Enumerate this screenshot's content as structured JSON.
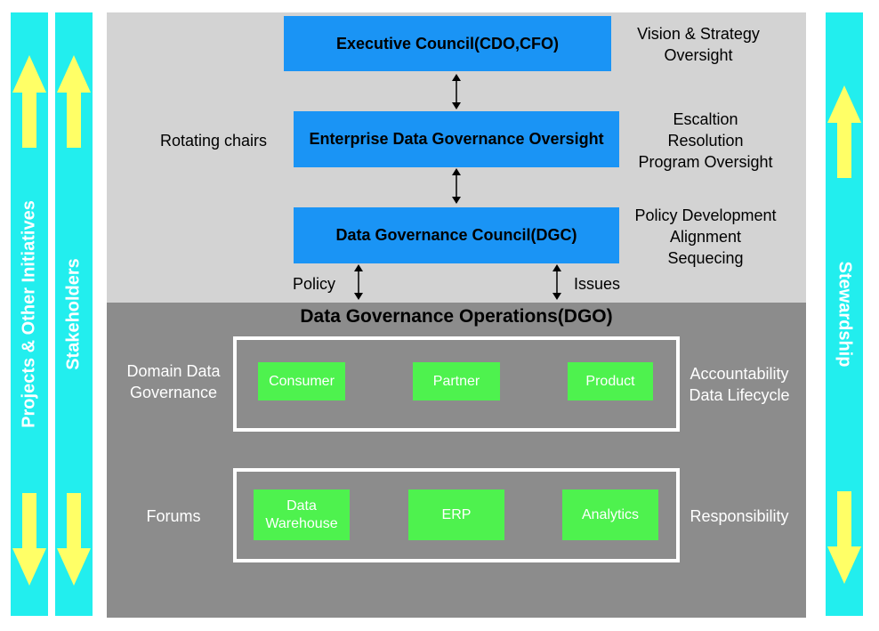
{
  "left_bars": {
    "projects_label": "Projects & Other Initiatives",
    "stakeholders_label": "Stakeholders"
  },
  "right_bar": {
    "stewardship_label": "Stewardship"
  },
  "hierarchy": {
    "executive_council": "Executive Council(CDO,CFO)",
    "enterprise_oversight": "Enterprise Data Governance Oversight",
    "dgc": "Data Governance Council(DGC)"
  },
  "notes": {
    "vision_line1": "Vision & Strategy",
    "vision_line2": "Oversight",
    "escalation_line1": "Escaltion",
    "escalation_line2": "Resolution",
    "escalation_line3": "Program Oversight",
    "policy_dev_line1": "Policy Development",
    "policy_dev_line2": "Alignment",
    "policy_dev_line3": "Sequecing",
    "rotating_chairs": "Rotating chairs",
    "policy": "Policy",
    "issues": "Issues"
  },
  "operations": {
    "title": "Data Governance Operations(DGO)",
    "domain_label_line1": "Domain Data",
    "domain_label_line2": "Governance",
    "domains": [
      "Consumer",
      "Partner",
      "Product"
    ],
    "domain_note_line1": "Accountability",
    "domain_note_line2": "Data Lifecycle",
    "forums_label": "Forums",
    "forums": [
      {
        "line1": "Data",
        "line2": "Warehouse"
      },
      {
        "line1": "ERP",
        "line2": ""
      },
      {
        "line1": "Analytics",
        "line2": ""
      }
    ],
    "forums_note": "Responsibility"
  },
  "colors": {
    "side_bar": "#22eeee",
    "arrow_yellow": "#ffff66",
    "top_panel": "#d3d3d3",
    "bottom_panel": "#8c8c8c",
    "blue_box": "#1a94f5",
    "green_box": "#4ef24e"
  }
}
